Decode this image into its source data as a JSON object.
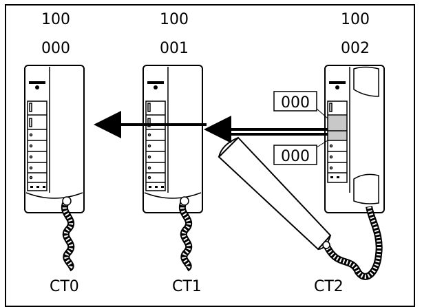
{
  "phones": [
    {
      "top_code": "100",
      "bottom_code": "000",
      "name": "CT0"
    },
    {
      "top_code": "100",
      "bottom_code": "001",
      "name": "CT1"
    },
    {
      "top_code": "100",
      "bottom_code": "002",
      "name": "CT2"
    }
  ],
  "callouts": {
    "upper": "000",
    "lower": "000"
  },
  "colors": {
    "line": "#000000",
    "highlight": "#c8c8c8",
    "panel": "#ffffff"
  }
}
